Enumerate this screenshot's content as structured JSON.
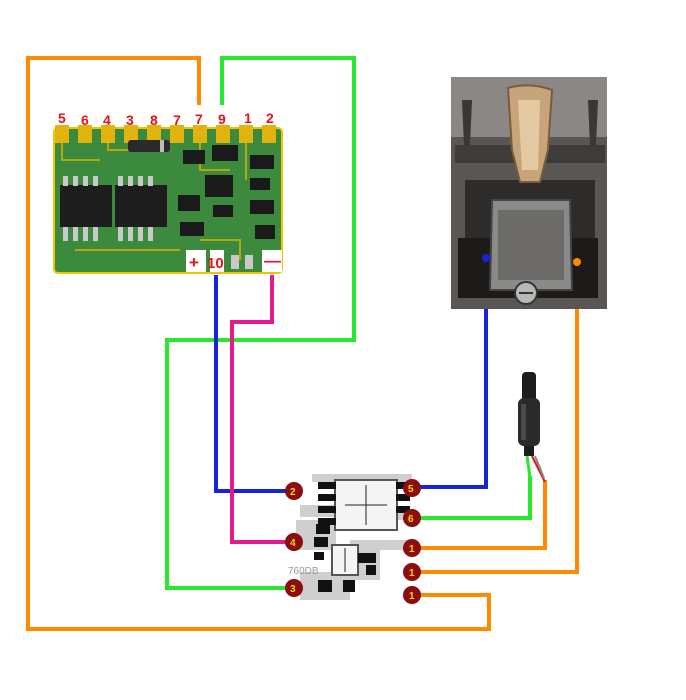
{
  "decoder": {
    "top_pins": [
      "5",
      "6",
      "4",
      "3",
      "8",
      "7",
      "7",
      "9",
      "1",
      "2"
    ],
    "bottom_plus": "+",
    "bottom_10": "10",
    "bottom_minus": "—"
  },
  "adapter": {
    "chip_text": "760DB",
    "pads_left": [
      "2",
      "4",
      "3"
    ],
    "pads_right": [
      "5",
      "6",
      "1",
      "1",
      "1"
    ]
  },
  "colors": {
    "orange": "#ff8a00",
    "green": "#27e82a",
    "blue": "#1822d8",
    "magenta": "#e2198f",
    "pcb": "#3b8a3e",
    "pad": "#8b0d0d"
  }
}
